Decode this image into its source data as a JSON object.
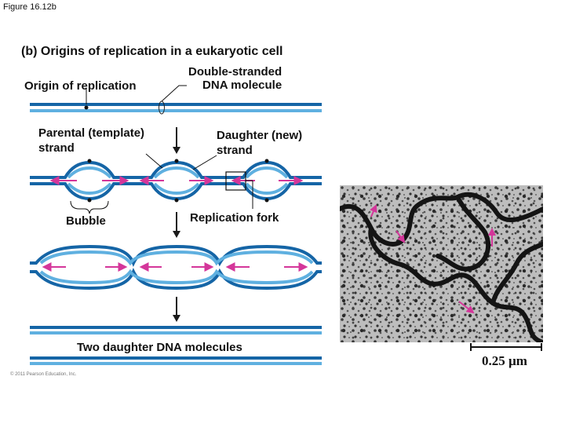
{
  "figure_label": "Figure 16.12b",
  "subtitle": "(b) Origins of replication in a eukaryotic cell",
  "labels": {
    "origin": "Origin of replication",
    "double_stranded_line1": "Double-stranded",
    "double_stranded_line2": "DNA molecule",
    "parental_line1": "Parental (template)",
    "parental_line2": "strand",
    "daughter_line1": "Daughter (new)",
    "daughter_line2": "strand",
    "bubble": "Bubble",
    "replication_fork": "Replication fork",
    "two_daughter": "Two daughter DNA molecules"
  },
  "micrograph": {
    "scale_label": "0.25 µm"
  },
  "copyright": "© 2011 Pearson Education, Inc.",
  "colors": {
    "strand_dark": "#1565a6",
    "strand_light": "#5fb0e0",
    "arrow_magenta": "#d4369a",
    "arrow_black": "#1a1a1a"
  }
}
